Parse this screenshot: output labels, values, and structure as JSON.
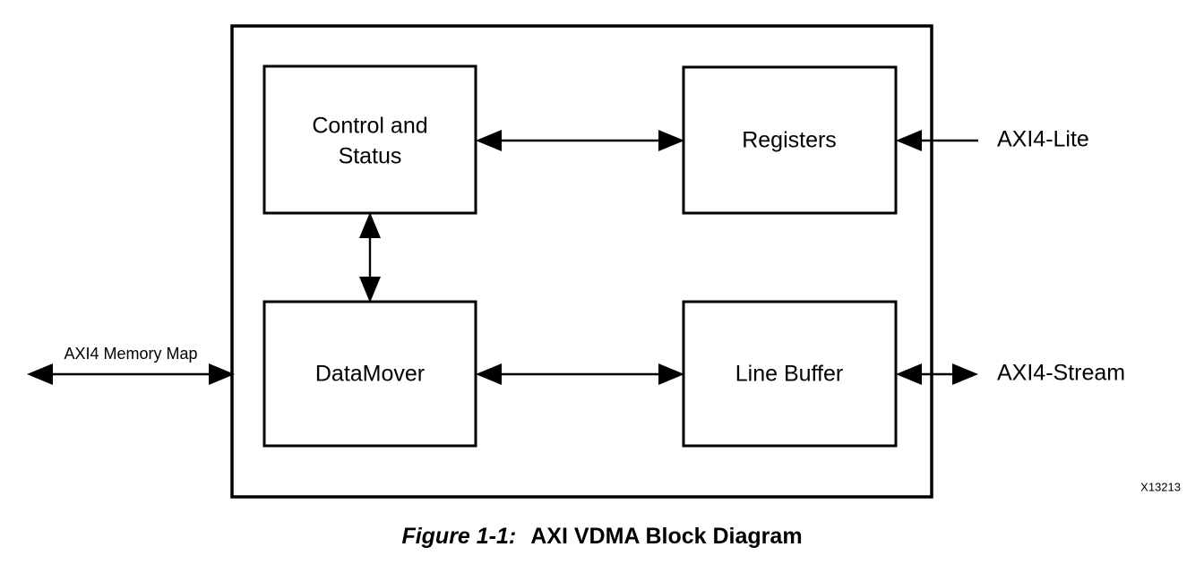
{
  "figure": {
    "caption_number": "Figure 1-1:",
    "caption_title": "AXI VDMA Block Diagram",
    "figure_id": "X13213"
  },
  "diagram": {
    "type": "block-diagram",
    "container_label": "",
    "blocks": [
      {
        "id": "control-and-status",
        "label_line1": "Control and",
        "label_line2": "Status",
        "label": "Control and Status"
      },
      {
        "id": "registers",
        "label": "Registers"
      },
      {
        "id": "datamover",
        "label": "DataMover"
      },
      {
        "id": "line-buffer",
        "label": "Line Buffer"
      }
    ],
    "ports": [
      {
        "id": "axi4-memory-map",
        "label": "AXI4 Memory Map",
        "direction": "bidirectional",
        "side": "left"
      },
      {
        "id": "axi4-lite",
        "label": "AXI4-Lite",
        "direction": "inbound",
        "side": "right"
      },
      {
        "id": "axi4-stream",
        "label": "AXI4-Stream",
        "direction": "bidirectional",
        "side": "right"
      }
    ],
    "connections": [
      {
        "id": "control-status-to-registers",
        "from": "control-and-status",
        "to": "registers",
        "direction": "bidirectional"
      },
      {
        "id": "control-status-to-datamover",
        "from": "control-and-status",
        "to": "datamover",
        "direction": "bidirectional"
      },
      {
        "id": "datamover-to-line-buffer",
        "from": "datamover",
        "to": "line-buffer",
        "direction": "bidirectional"
      }
    ],
    "colors": {
      "stroke": "#000000",
      "fill": "#ffffff",
      "background": "#ffffff"
    }
  }
}
